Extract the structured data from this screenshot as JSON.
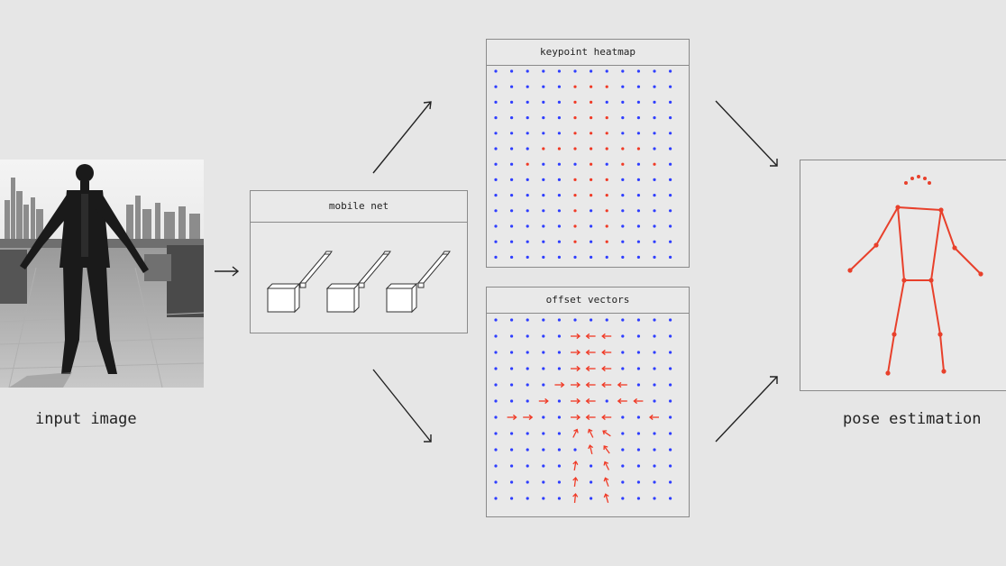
{
  "labels": {
    "input": "input image",
    "pose": "pose estimation",
    "mobilenet": "mobile net",
    "heatmap": "keypoint heatmap",
    "offset": "offset vectors"
  },
  "colors": {
    "background": "#e6e6e6",
    "grid_dot": "#2e3dff",
    "highlight": "#f03a26",
    "skeleton": "#e8402b",
    "line": "#222222"
  },
  "heatmap_grid": {
    "cols": 12,
    "rows": 13,
    "highlight_cells": [
      [
        5,
        1
      ],
      [
        6,
        1
      ],
      [
        7,
        1
      ],
      [
        5,
        2
      ],
      [
        6,
        2
      ],
      [
        5,
        3
      ],
      [
        6,
        3
      ],
      [
        7,
        3
      ],
      [
        5,
        4
      ],
      [
        6,
        4
      ],
      [
        7,
        4
      ],
      [
        3,
        5
      ],
      [
        4,
        5
      ],
      [
        5,
        5
      ],
      [
        6,
        5
      ],
      [
        7,
        5
      ],
      [
        8,
        5
      ],
      [
        9,
        5
      ],
      [
        2,
        6
      ],
      [
        6,
        6
      ],
      [
        8,
        6
      ],
      [
        10,
        6
      ],
      [
        5,
        7
      ],
      [
        6,
        7
      ],
      [
        7,
        7
      ],
      [
        5,
        8
      ],
      [
        6,
        8
      ],
      [
        7,
        8
      ],
      [
        5,
        9
      ],
      [
        7,
        9
      ],
      [
        5,
        10
      ],
      [
        7,
        10
      ],
      [
        5,
        11
      ],
      [
        7,
        11
      ]
    ]
  },
  "offset_grid": {
    "cols": 12,
    "rows": 12,
    "arrows": [
      [
        5,
        1
      ],
      [
        6,
        1
      ],
      [
        7,
        1
      ],
      [
        5,
        2
      ],
      [
        6,
        2
      ],
      [
        7,
        2
      ],
      [
        5,
        3
      ],
      [
        6,
        3
      ],
      [
        7,
        3
      ],
      [
        4,
        4
      ],
      [
        5,
        4
      ],
      [
        6,
        4
      ],
      [
        7,
        4
      ],
      [
        8,
        4
      ],
      [
        3,
        5
      ],
      [
        5,
        5
      ],
      [
        6,
        5
      ],
      [
        8,
        5
      ],
      [
        9,
        5
      ],
      [
        2,
        6
      ],
      [
        5,
        6
      ],
      [
        6,
        6
      ],
      [
        7,
        6
      ],
      [
        10,
        6
      ],
      [
        1,
        6
      ],
      [
        5,
        7
      ],
      [
        6,
        7
      ],
      [
        7,
        7
      ],
      [
        6,
        8
      ],
      [
        7,
        8
      ],
      [
        5,
        9
      ],
      [
        7,
        9
      ],
      [
        5,
        10
      ],
      [
        7,
        10
      ],
      [
        5,
        11
      ],
      [
        7,
        11
      ]
    ]
  },
  "icons": {
    "input_arrow": "arrow-right-icon",
    "skeleton": "pose-skeleton-icon"
  }
}
